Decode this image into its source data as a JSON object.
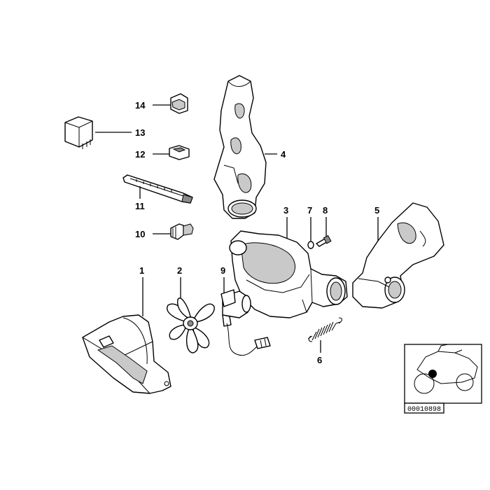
{
  "diagram": {
    "callouts": [
      {
        "id": "1",
        "label": "1"
      },
      {
        "id": "2",
        "label": "2"
      },
      {
        "id": "3",
        "label": "3"
      },
      {
        "id": "4",
        "label": "4"
      },
      {
        "id": "5",
        "label": "5"
      },
      {
        "id": "6",
        "label": "6"
      },
      {
        "id": "7",
        "label": "7"
      },
      {
        "id": "8",
        "label": "8"
      },
      {
        "id": "9",
        "label": "9"
      },
      {
        "id": "10",
        "label": "10"
      },
      {
        "id": "11",
        "label": "11"
      },
      {
        "id": "12",
        "label": "12"
      },
      {
        "id": "13",
        "label": "13"
      },
      {
        "id": "14",
        "label": "14"
      }
    ],
    "reference_code": "00010898"
  }
}
